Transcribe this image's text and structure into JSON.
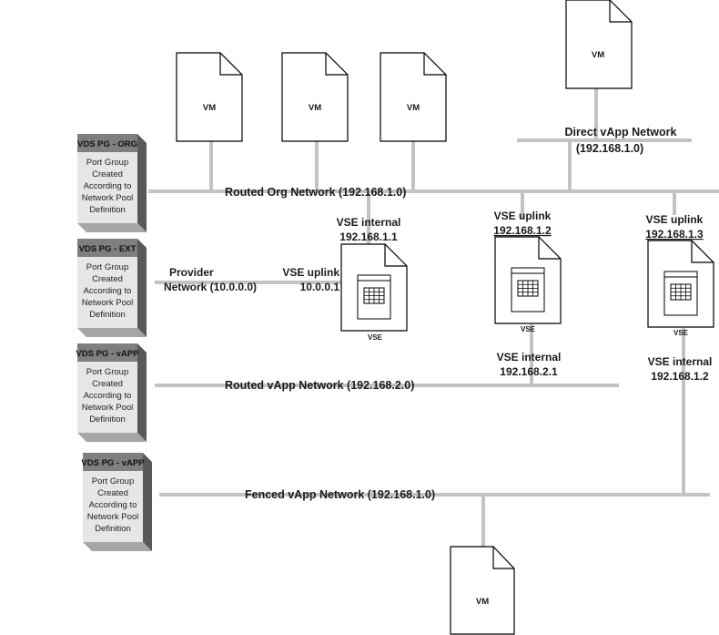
{
  "diagram": {
    "networks": {
      "routed_org": "Routed Org Network (192.168.1.0)",
      "direct_vapp_line1": "Direct vApp Network",
      "direct_vapp_line2": "(192.168.1.0)",
      "provider_line1": "Provider",
      "provider_line2": "Network (10.0.0.0)",
      "routed_vapp": "Routed vApp Network (192.168.2.0)",
      "fenced_vapp": "Fenced vApp Network (192.168.1.0)"
    },
    "vms": [
      {
        "label": "VM"
      },
      {
        "label": "VM"
      },
      {
        "label": "VM"
      },
      {
        "label": "VM"
      },
      {
        "label": "VM"
      }
    ],
    "vses": [
      {
        "label": "VSE",
        "top_title": "VSE internal",
        "top_ip": "192.168.1.1",
        "side_title": "VSE uplink",
        "side_ip": "10.0.0.1"
      },
      {
        "label": "VSE",
        "top_title": "VSE uplink",
        "top_ip": "192.168.1.2",
        "bottom_title": "VSE internal",
        "bottom_ip": "192.168.2.1"
      },
      {
        "label": "VSE",
        "top_title": "VSE uplink",
        "top_ip": "192.168.1.3",
        "bottom_title": "VSE internal",
        "bottom_ip": "192.168.1.2"
      }
    ],
    "port_groups": [
      {
        "header": "VDS PG - ORG",
        "body": [
          "Port Group",
          "Created",
          "According to",
          "Network Pool",
          "Definition"
        ]
      },
      {
        "header": "VDS PG - EXT",
        "body": [
          "Port Group",
          "Created",
          "According to",
          "Network Pool",
          "Definition"
        ]
      },
      {
        "header": "VDS PG - vAPP",
        "body": [
          "Port Group",
          "Created",
          "According to",
          "Network Pool",
          "Definition"
        ]
      },
      {
        "header": "VDS PG - vAPP",
        "body": [
          "Port Group",
          "Created",
          "According to",
          "Network Pool",
          "Definition"
        ]
      }
    ],
    "colors": {
      "wire": "#c3c3c3",
      "pg_header": "#7f7f7f",
      "pg_body": "#e6e6e6",
      "pg_shadow": "#595959"
    }
  }
}
